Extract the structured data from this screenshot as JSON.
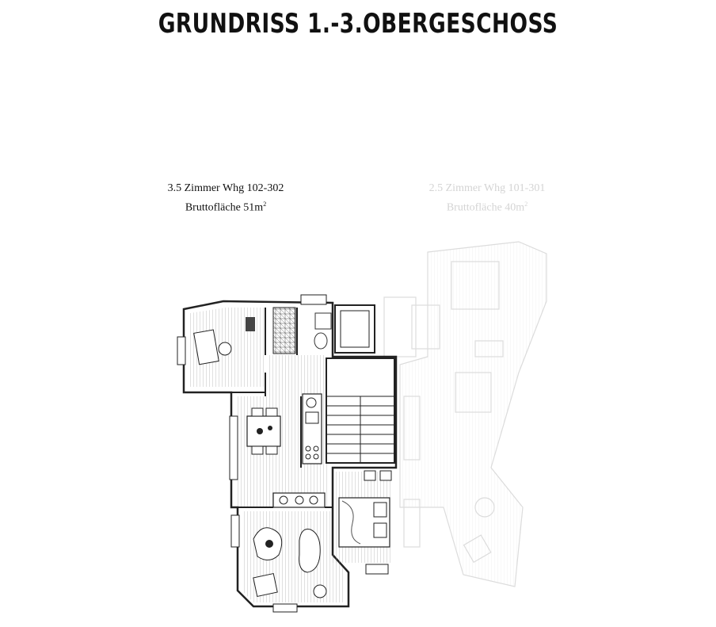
{
  "title": "GRUNDRISS 1.-3.OBERGESCHOSS",
  "units": [
    {
      "name": "3.5 Zimmer Whg 102-302",
      "area_label": "Bruttofläche",
      "area_value": "51",
      "area_unit": "m",
      "area_unit_sup": "2",
      "state": "active"
    },
    {
      "name": "2.5 Zimmer Whg 101-301",
      "area_label": "Bruttofläche",
      "area_value": "40",
      "area_unit": "m",
      "area_unit_sup": "2",
      "state": "faded"
    }
  ]
}
